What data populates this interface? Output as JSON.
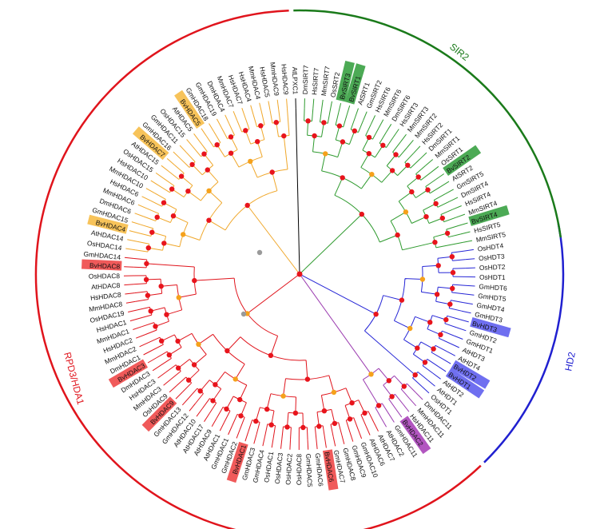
{
  "colors": {
    "background": "#ffffff",
    "text": "#111111",
    "node_red": "#e8141c",
    "node_orange": "#f5a11b",
    "node_grey": "#9a9a9a",
    "root_branch": "#000000",
    "highlight": {
      "orange": "#f7c35a",
      "red": "#f05a5a",
      "green": "#4caa55",
      "blue": "#6f6ff0",
      "purple": "#b256c0"
    }
  },
  "groups": [
    {
      "key": "sir2",
      "label": "SIR2",
      "color": "#1a7a1a"
    },
    {
      "key": "hd2",
      "label": "HD2",
      "color": "#2020d0"
    },
    {
      "key": "rpd3",
      "label": "RPD3/HDA1",
      "color": "#e0141c"
    }
  ],
  "branch_colors": {
    "sir2": "#2e9a2e",
    "hd2": "#2626d6",
    "class1": "#e0141c",
    "class2": "#f0a72a",
    "class2b": "#9b3bb0",
    "atlpxc1": "#000000"
  },
  "leaves": [
    {
      "name": "OsHDT4",
      "clade": "hd2"
    },
    {
      "name": "OsHDT3",
      "clade": "hd2"
    },
    {
      "name": "OsHDT2",
      "clade": "hd2"
    },
    {
      "name": "OsHDT1",
      "clade": "hd2"
    },
    {
      "name": "GmHDT6",
      "clade": "hd2"
    },
    {
      "name": "GmHDT5",
      "clade": "hd2"
    },
    {
      "name": "GmHDT4",
      "clade": "hd2"
    },
    {
      "name": "GmHDT3",
      "clade": "hd2"
    },
    {
      "name": "BvHDT3",
      "clade": "hd2",
      "highlight": "blue"
    },
    {
      "name": "GmHDT2",
      "clade": "hd2"
    },
    {
      "name": "GmHDT1",
      "clade": "hd2"
    },
    {
      "name": "AtHDT3",
      "clade": "hd2"
    },
    {
      "name": "AtHDT4",
      "clade": "hd2"
    },
    {
      "name": "BvHDT2",
      "clade": "hd2",
      "highlight": "blue"
    },
    {
      "name": "BvHDT1",
      "clade": "hd2",
      "highlight": "blue"
    },
    {
      "name": "AtHDT2",
      "clade": "hd2"
    },
    {
      "name": "AtHDT1",
      "clade": "hd2"
    },
    {
      "name": "OsHDT1",
      "clade": "hd2"
    },
    {
      "name": "DmHDAC11",
      "clade": "class2b"
    },
    {
      "name": "MmHDAC11",
      "clade": "class2b"
    },
    {
      "name": "HsHDAC11",
      "clade": "class2b"
    },
    {
      "name": "BvHDAC2",
      "clade": "class2b",
      "highlight": "purple"
    },
    {
      "name": "GmHDAC11",
      "clade": "class2b"
    },
    {
      "name": "AtHDAC2",
      "clade": "class2b"
    },
    {
      "name": "AtHDAC7",
      "clade": "class1"
    },
    {
      "name": "AtHDAC6",
      "clade": "class1"
    },
    {
      "name": "GmHDAC10",
      "clade": "class1"
    },
    {
      "name": "GmHDAC9",
      "clade": "class1"
    },
    {
      "name": "GmHDAC8",
      "clade": "class1"
    },
    {
      "name": "GmHDAC7",
      "clade": "class1"
    },
    {
      "name": "BvHDAC6",
      "clade": "class1",
      "highlight": "red"
    },
    {
      "name": "GmHDAC6",
      "clade": "class1"
    },
    {
      "name": "GmHDAC5",
      "clade": "class1"
    },
    {
      "name": "OsHDAC8",
      "clade": "class1"
    },
    {
      "name": "OsHDAC2",
      "clade": "class1"
    },
    {
      "name": "OsHDAC3",
      "clade": "class1"
    },
    {
      "name": "OsHDAC1",
      "clade": "class1"
    },
    {
      "name": "GmHDAC4",
      "clade": "class1"
    },
    {
      "name": "GmHDAC3",
      "clade": "class1"
    },
    {
      "name": "BvHDAC1",
      "clade": "class1",
      "highlight": "red"
    },
    {
      "name": "GmHDAC2",
      "clade": "class1"
    },
    {
      "name": "GmHDAC1",
      "clade": "class1"
    },
    {
      "name": "AtHDAC1",
      "clade": "class1"
    },
    {
      "name": "AtHDAC9",
      "clade": "class1"
    },
    {
      "name": "AtHDAC17",
      "clade": "class1"
    },
    {
      "name": "AtHDAC10",
      "clade": "class1"
    },
    {
      "name": "GmHDAC12",
      "clade": "class1"
    },
    {
      "name": "GmHDAC13",
      "clade": "class1"
    },
    {
      "name": "BvHDAC9",
      "clade": "class1",
      "highlight": "red"
    },
    {
      "name": "OsHDAC9",
      "clade": "class1"
    },
    {
      "name": "MmHDAC3",
      "clade": "class1"
    },
    {
      "name": "HsHDAC3",
      "clade": "class1"
    },
    {
      "name": "DmHDAC3",
      "clade": "class1"
    },
    {
      "name": "BvHDAC3",
      "clade": "class1",
      "highlight": "red"
    },
    {
      "name": "DmHDAC1",
      "clade": "class1"
    },
    {
      "name": "MmHDAC2",
      "clade": "class1"
    },
    {
      "name": "HsHDAC2",
      "clade": "class1"
    },
    {
      "name": "MmHDAC1",
      "clade": "class1"
    },
    {
      "name": "HsHDAC1",
      "clade": "class1"
    },
    {
      "name": "OsHDAC19",
      "clade": "class1"
    },
    {
      "name": "MmHDAC8",
      "clade": "class1"
    },
    {
      "name": "HsHDAC8",
      "clade": "class1"
    },
    {
      "name": "AtHDAC8",
      "clade": "class1"
    },
    {
      "name": "OsHDAC8",
      "clade": "class1"
    },
    {
      "name": "BvHDAC8",
      "clade": "class1",
      "highlight": "red"
    },
    {
      "name": "GmHDAC14",
      "clade": "class1"
    },
    {
      "name": "OsHDAC14",
      "clade": "class2"
    },
    {
      "name": "AtHDAC14",
      "clade": "class2"
    },
    {
      "name": "BvHDAC4",
      "clade": "class2",
      "highlight": "orange"
    },
    {
      "name": "GmHDAC15",
      "clade": "class2"
    },
    {
      "name": "DmHDAC6",
      "clade": "class2"
    },
    {
      "name": "MmHDAC6",
      "clade": "class2"
    },
    {
      "name": "HsHDAC6",
      "clade": "class2"
    },
    {
      "name": "MmHDAC10",
      "clade": "class2"
    },
    {
      "name": "HsHDAC10",
      "clade": "class2"
    },
    {
      "name": "OsHDAC15",
      "clade": "class2"
    },
    {
      "name": "AtHDAC15",
      "clade": "class2"
    },
    {
      "name": "BvHDAC7",
      "clade": "class2",
      "highlight": "orange"
    },
    {
      "name": "GmHDAC16",
      "clade": "class2"
    },
    {
      "name": "GmHDAC11",
      "clade": "class2"
    },
    {
      "name": "OsHDAC15",
      "clade": "class2"
    },
    {
      "name": "AtHDAC5",
      "clade": "class2"
    },
    {
      "name": "BvHDAC5",
      "clade": "class2",
      "highlight": "orange"
    },
    {
      "name": "GmHDAC18",
      "clade": "class2"
    },
    {
      "name": "GmHDAC19",
      "clade": "class2"
    },
    {
      "name": "DmHDAC4",
      "clade": "class2"
    },
    {
      "name": "MmHDAC7",
      "clade": "class2"
    },
    {
      "name": "HsHDAC7",
      "clade": "class2"
    },
    {
      "name": "HsHDAC4",
      "clade": "class2"
    },
    {
      "name": "MmHDAC4",
      "clade": "class2"
    },
    {
      "name": "HsHDAC5",
      "clade": "class2"
    },
    {
      "name": "MmHDAC9",
      "clade": "class2"
    },
    {
      "name": "HsHDAC9",
      "clade": "class2"
    },
    {
      "name": "AtLPXC1",
      "clade": "atlpxc1"
    },
    {
      "name": "DmSIRT7",
      "clade": "sir2"
    },
    {
      "name": "HsSIRT7",
      "clade": "sir2"
    },
    {
      "name": "MmSIRT7",
      "clade": "sir2"
    },
    {
      "name": "OsSRT2",
      "clade": "sir2"
    },
    {
      "name": "BvSIRT3",
      "clade": "sir2",
      "highlight": "green"
    },
    {
      "name": "BvSIRT1",
      "clade": "sir2",
      "highlight": "green"
    },
    {
      "name": "AtSRT1",
      "clade": "sir2"
    },
    {
      "name": "GmSIRT2",
      "clade": "sir2"
    },
    {
      "name": "HsSIRT6",
      "clade": "sir2"
    },
    {
      "name": "MmSIRT6",
      "clade": "sir2"
    },
    {
      "name": "DmSIRT6",
      "clade": "sir2"
    },
    {
      "name": "HsSIRT3",
      "clade": "sir2"
    },
    {
      "name": "MmSIRT3",
      "clade": "sir2"
    },
    {
      "name": "MmSIRT2",
      "clade": "sir2"
    },
    {
      "name": "HsSIRT2",
      "clade": "sir2"
    },
    {
      "name": "DmSIRT1",
      "clade": "sir2"
    },
    {
      "name": "MmSIRT1",
      "clade": "sir2"
    },
    {
      "name": "OsSRT1",
      "clade": "sir2"
    },
    {
      "name": "BvSIRT2",
      "clade": "sir2",
      "highlight": "green"
    },
    {
      "name": "AtSRT2",
      "clade": "sir2"
    },
    {
      "name": "GmSIRT5",
      "clade": "sir2"
    },
    {
      "name": "DmSIRT4",
      "clade": "sir2"
    },
    {
      "name": "HsSIRT4",
      "clade": "sir2"
    },
    {
      "name": "MmSIRT4",
      "clade": "sir2"
    },
    {
      "name": "BvSIRT4",
      "clade": "sir2",
      "highlight": "green"
    },
    {
      "name": "HsSIRT5",
      "clade": "sir2"
    },
    {
      "name": "MmSIRT5",
      "clade": "sir2"
    }
  ]
}
